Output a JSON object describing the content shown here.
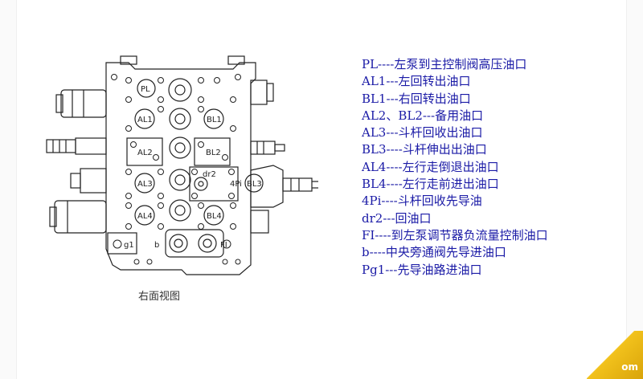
{
  "diagram": {
    "caption": "右面视图",
    "port_labels": {
      "pl": "PL",
      "al1": "AL1",
      "bl1": "BL1",
      "al2": "AL2",
      "bl2": "BL2",
      "al3": "AL3",
      "dr2": "dr2",
      "four_pi": "4Pi",
      "bl3": "BL3",
      "al4": "AL4",
      "bl4": "BL4",
      "g1": "g1",
      "b": "b",
      "fi": "FI"
    }
  },
  "legend": {
    "items": [
      "PL----左泵到主控制阀高压油口",
      "AL1---左回转出油口",
      "BL1---右回转出油口",
      "AL2、BL2---备用油口",
      "AL3---斗杆回收出油口",
      "BL3----斗杆伸出出油口",
      "AL4----左行走倒退出油口",
      "BL4----左行走前进出油口",
      "4Pi----斗杆回收先导油",
      "dr2---回油口",
      "FI----到左泵调节器负流量控制油口",
      "b----中央旁通阀先导进油口",
      "Pg1---先导油路进油口"
    ]
  },
  "corner_text": "om"
}
